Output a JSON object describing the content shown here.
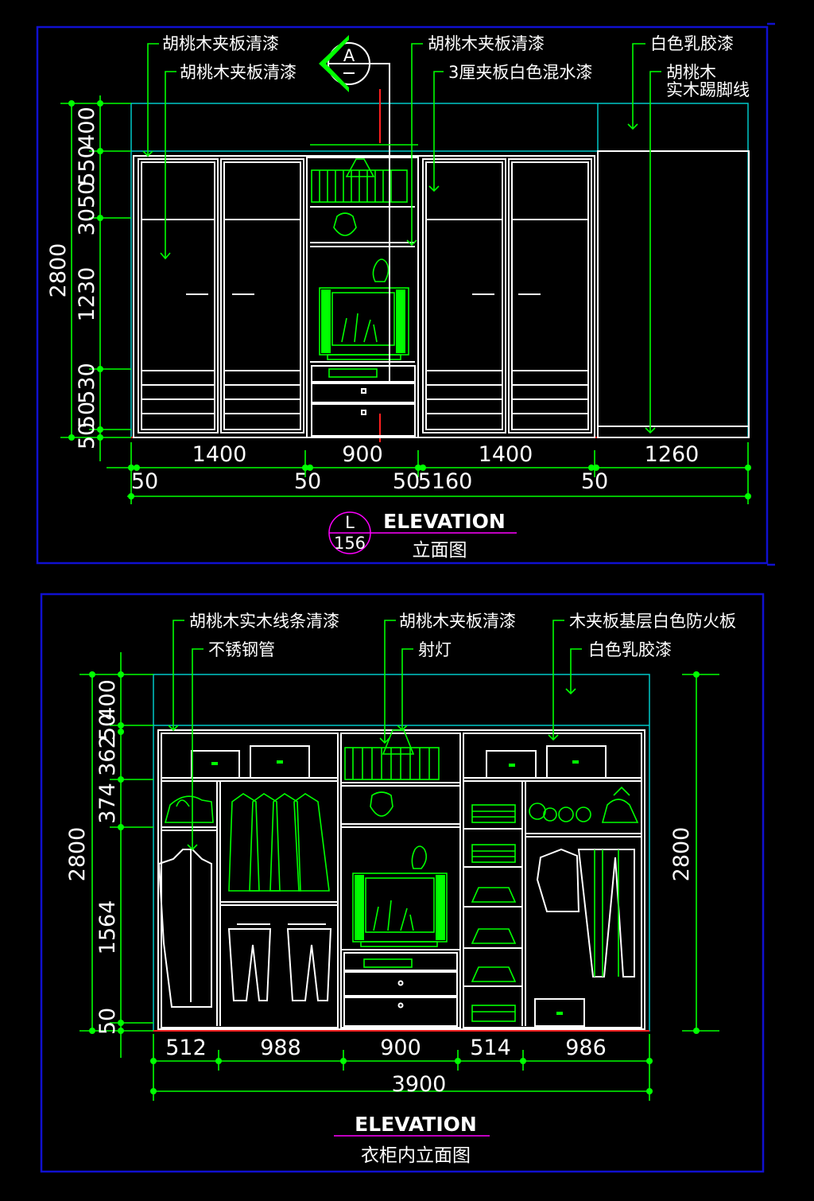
{
  "colors": {
    "background": "#000000",
    "frame": "#1010d0",
    "leader": "#00ff00",
    "outline": "#ffffff",
    "cyan": "#00c8c8",
    "red": "#ff2020",
    "magenta": "#ff00ff"
  },
  "top": {
    "section_mark": "A",
    "labels": [
      "胡桃木夹板清漆",
      "胡桃木夹板清漆",
      "胡桃木夹板清漆",
      "3厘夹板白色混水漆",
      "白色乳胶漆",
      "胡桃木",
      "实木踢脚线"
    ],
    "dims_left": [
      "400",
      "550",
      "3050",
      "1230",
      "530",
      "50",
      "50",
      "2800"
    ],
    "dims_bottom": [
      "1400",
      "900",
      "1400",
      "1260"
    ],
    "dims_bottom2": [
      "50",
      "50",
      "50",
      "5160",
      "50"
    ],
    "tag_top": "L",
    "tag_bottom": "156",
    "title": "ELEVATION",
    "subtitle": "立面图"
  },
  "bottom": {
    "labels": [
      "胡桃木实木线条清漆",
      "不锈钢管",
      "胡桃木夹板清漆",
      "射灯",
      "木夹板基层白色防火板",
      "白色乳胶漆"
    ],
    "dims_left": [
      "400",
      "50",
      "362",
      "374",
      "1564",
      "50",
      "2800"
    ],
    "dims_right": [
      "2800"
    ],
    "dims_bottom": [
      "512",
      "988",
      "900",
      "514",
      "986"
    ],
    "dims_total": "3900",
    "title": "ELEVATION",
    "subtitle": "衣柜内立面图"
  }
}
